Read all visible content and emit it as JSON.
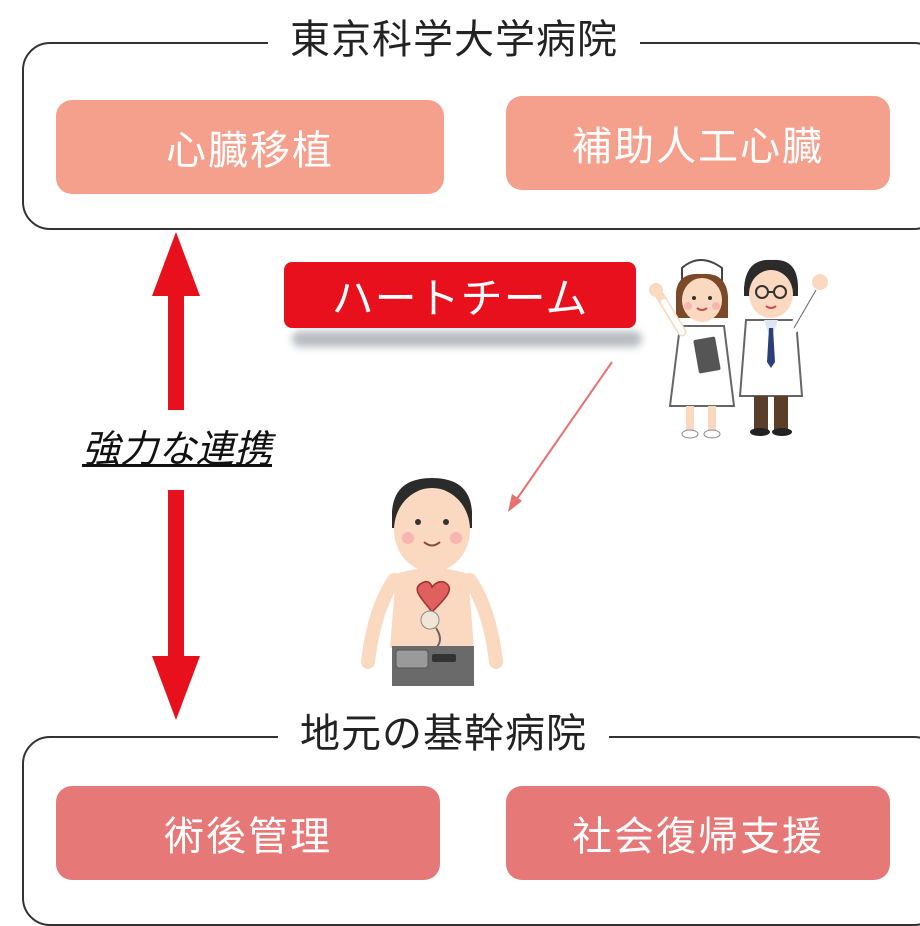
{
  "top_group": {
    "title": "東京科学大学病院",
    "items": [
      "心臓移植",
      "補助人工心臓"
    ]
  },
  "bottom_group": {
    "title": "地元の基幹病院",
    "items": [
      "術後管理",
      "社会復帰支援"
    ]
  },
  "team_label": "ハートチーム",
  "collaboration_label": "強力な連携",
  "colors": {
    "top_box": "#f4a08c",
    "bottom_box": "#e67878",
    "team_badge": "#e8101c",
    "arrow": "#e8101c",
    "thin_arrow": "#e87070"
  },
  "icons": [
    "nurse-illustration",
    "doctor-illustration",
    "patient-with-lvad-illustration"
  ]
}
